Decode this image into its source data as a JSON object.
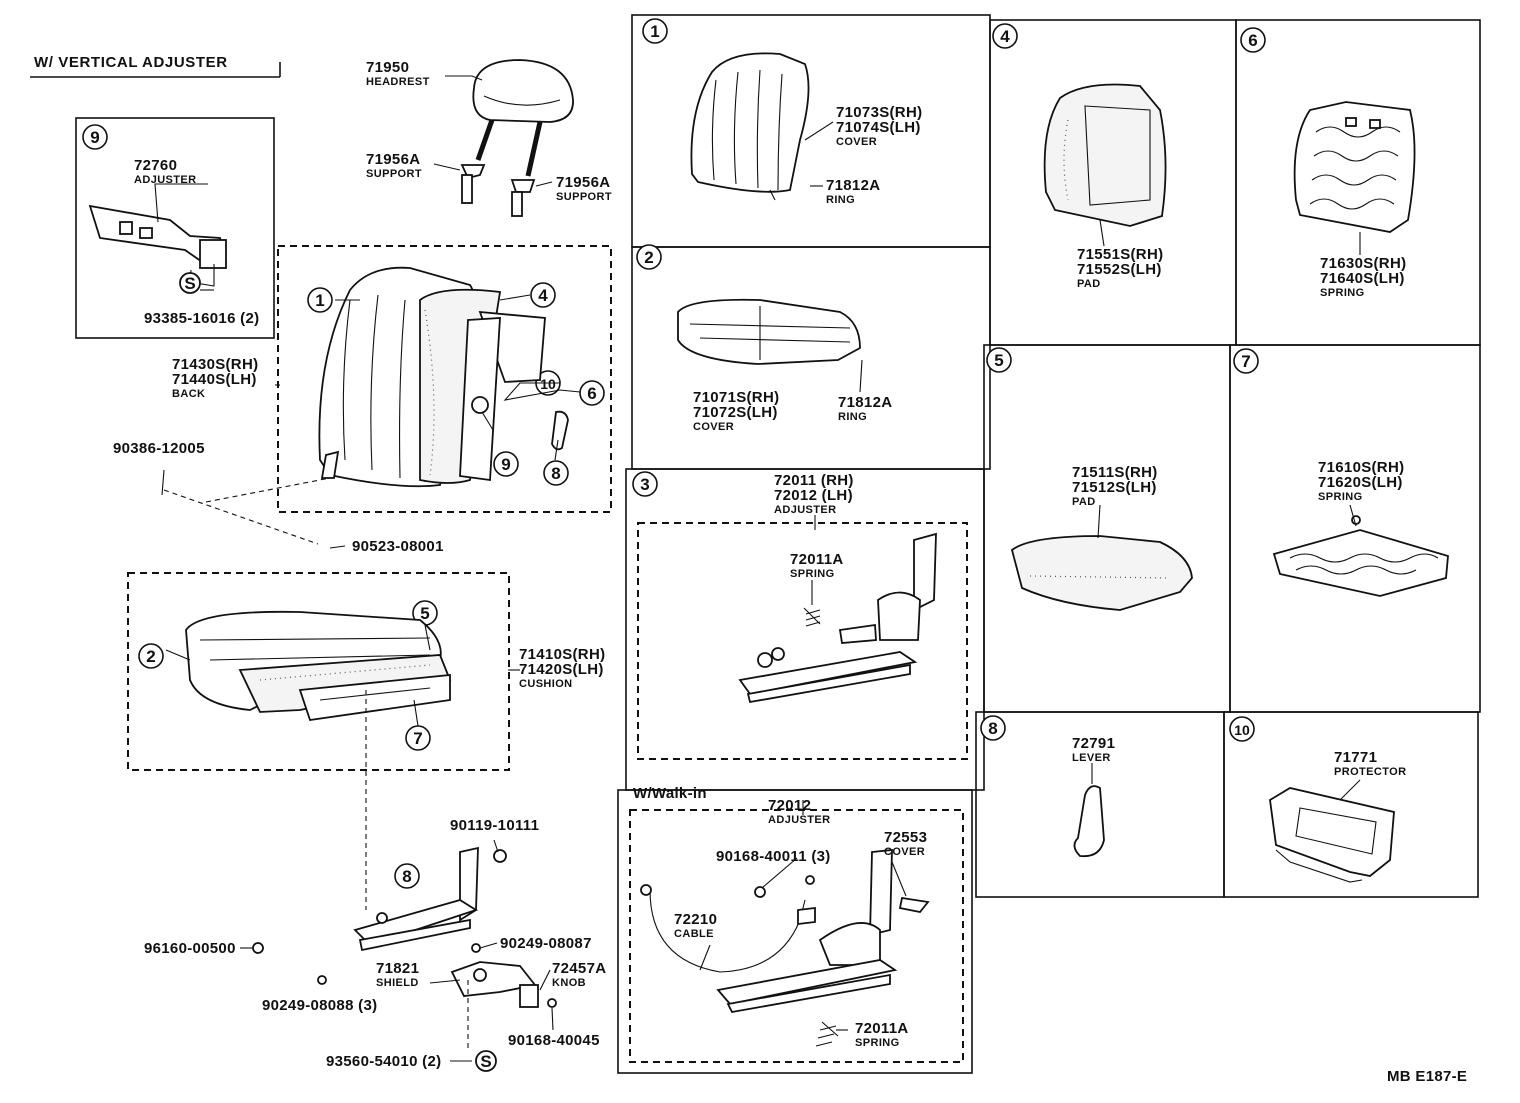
{
  "header": {
    "title": "W/ VERTICAL ADJUSTER"
  },
  "footer": {
    "code": "MB  E187-E"
  },
  "walkin": {
    "title": "W/Walk-in"
  },
  "callouts": [
    "1",
    "2",
    "3",
    "4",
    "5",
    "6",
    "7",
    "8",
    "9",
    "10"
  ],
  "parts": {
    "headrest": {
      "numbers": [
        "71950"
      ],
      "name": "HEADREST"
    },
    "support_left": {
      "numbers": [
        "71956A"
      ],
      "name": "SUPPORT"
    },
    "support_right": {
      "numbers": [
        "71956A"
      ],
      "name": "SUPPORT"
    },
    "adjuster_9": {
      "numbers": [
        "72760"
      ],
      "name": "ADJUSTER"
    },
    "screw_9": {
      "numbers": [
        "93385-16016 (2)"
      ],
      "name": ""
    },
    "back": {
      "numbers": [
        "71430S(RH)",
        "71440S(LH)"
      ],
      "name": "BACK"
    },
    "nut_90386": {
      "numbers": [
        "90386-12005"
      ],
      "name": ""
    },
    "nut_90523": {
      "numbers": [
        "90523-08001"
      ],
      "name": ""
    },
    "cushion": {
      "numbers": [
        "71410S(RH)",
        "71420S(LH)"
      ],
      "name": "CUSHION"
    },
    "bolt_90119": {
      "numbers": [
        "90119-10111"
      ],
      "name": ""
    },
    "bolt_90249_08087": {
      "numbers": [
        "90249-08087"
      ],
      "name": ""
    },
    "clip_96160": {
      "numbers": [
        "96160-00500"
      ],
      "name": ""
    },
    "shield": {
      "numbers": [
        "71821"
      ],
      "name": "SHIELD"
    },
    "knob": {
      "numbers": [
        "72457A"
      ],
      "name": "KNOB"
    },
    "bolt_90249_08088": {
      "numbers": [
        "90249-08088 (3)"
      ],
      "name": ""
    },
    "screw_90168_40045": {
      "numbers": [
        "90168-40045"
      ],
      "name": ""
    },
    "screw_93560": {
      "numbers": [
        "93560-54010 (2)"
      ],
      "name": ""
    },
    "cover_1": {
      "numbers": [
        "71073S(RH)",
        "71074S(LH)"
      ],
      "name": "COVER"
    },
    "ring_1": {
      "numbers": [
        "71812A"
      ],
      "name": "RING"
    },
    "cover_2": {
      "numbers": [
        "71071S(RH)",
        "71072S(LH)"
      ],
      "name": "COVER"
    },
    "ring_2": {
      "numbers": [
        "71812A"
      ],
      "name": "RING"
    },
    "adjuster_3": {
      "numbers": [
        "72011 (RH)",
        "72012 (LH)"
      ],
      "name": "ADJUSTER"
    },
    "spring_3": {
      "numbers": [
        "72011A"
      ],
      "name": "SPRING"
    },
    "adjuster_walkin": {
      "numbers": [
        "72012"
      ],
      "name": "ADJUSTER"
    },
    "screw_90168_40011": {
      "numbers": [
        "90168-40011 (3)"
      ],
      "name": ""
    },
    "cover_72553": {
      "numbers": [
        "72553"
      ],
      "name": "COVER"
    },
    "cable": {
      "numbers": [
        "72210"
      ],
      "name": "CABLE"
    },
    "spring_walkin": {
      "numbers": [
        "72011A"
      ],
      "name": "SPRING"
    },
    "pad_4": {
      "numbers": [
        "71551S(RH)",
        "71552S(LH)"
      ],
      "name": "PAD"
    },
    "spring_6": {
      "numbers": [
        "71630S(RH)",
        "71640S(LH)"
      ],
      "name": "SPRING"
    },
    "pad_5": {
      "numbers": [
        "71511S(RH)",
        "71512S(LH)"
      ],
      "name": "PAD"
    },
    "spring_7": {
      "numbers": [
        "71610S(RH)",
        "71620S(LH)"
      ],
      "name": "SPRING"
    },
    "lever": {
      "numbers": [
        "72791"
      ],
      "name": "LEVER"
    },
    "protector": {
      "numbers": [
        "71771"
      ],
      "name": "PROTECTOR"
    }
  },
  "s_mark": "S"
}
